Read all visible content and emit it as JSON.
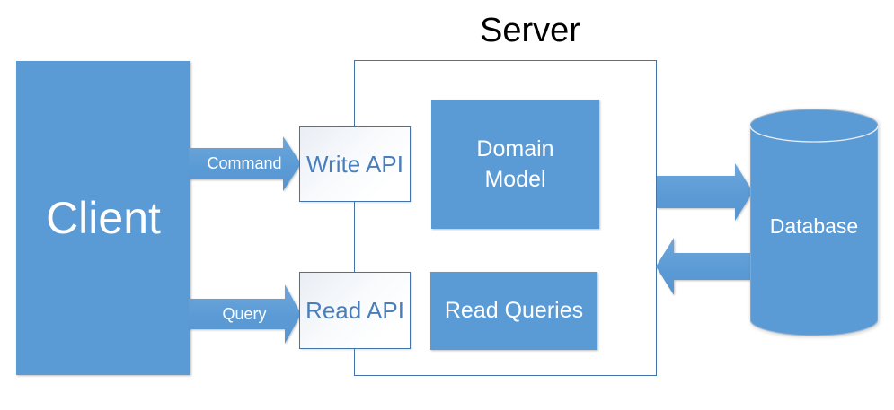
{
  "diagram": {
    "title": "Server",
    "client": {
      "label": "Client"
    },
    "write_api": {
      "label": "Write API"
    },
    "read_api": {
      "label": "Read API"
    },
    "domain_model": {
      "line1": "Domain",
      "line2": "Model"
    },
    "read_queries": {
      "label": "Read Queries"
    },
    "database": {
      "label": "Database"
    },
    "arrows": {
      "command": {
        "label": "Command"
      },
      "query": {
        "label": "Query"
      }
    },
    "colors": {
      "shape_fill": "#5b9bd5",
      "outline_blue": "#4473a9",
      "api_text_blue": "#4a7ebb",
      "title_text": "#000000",
      "shape_text": "#ffffff"
    }
  }
}
